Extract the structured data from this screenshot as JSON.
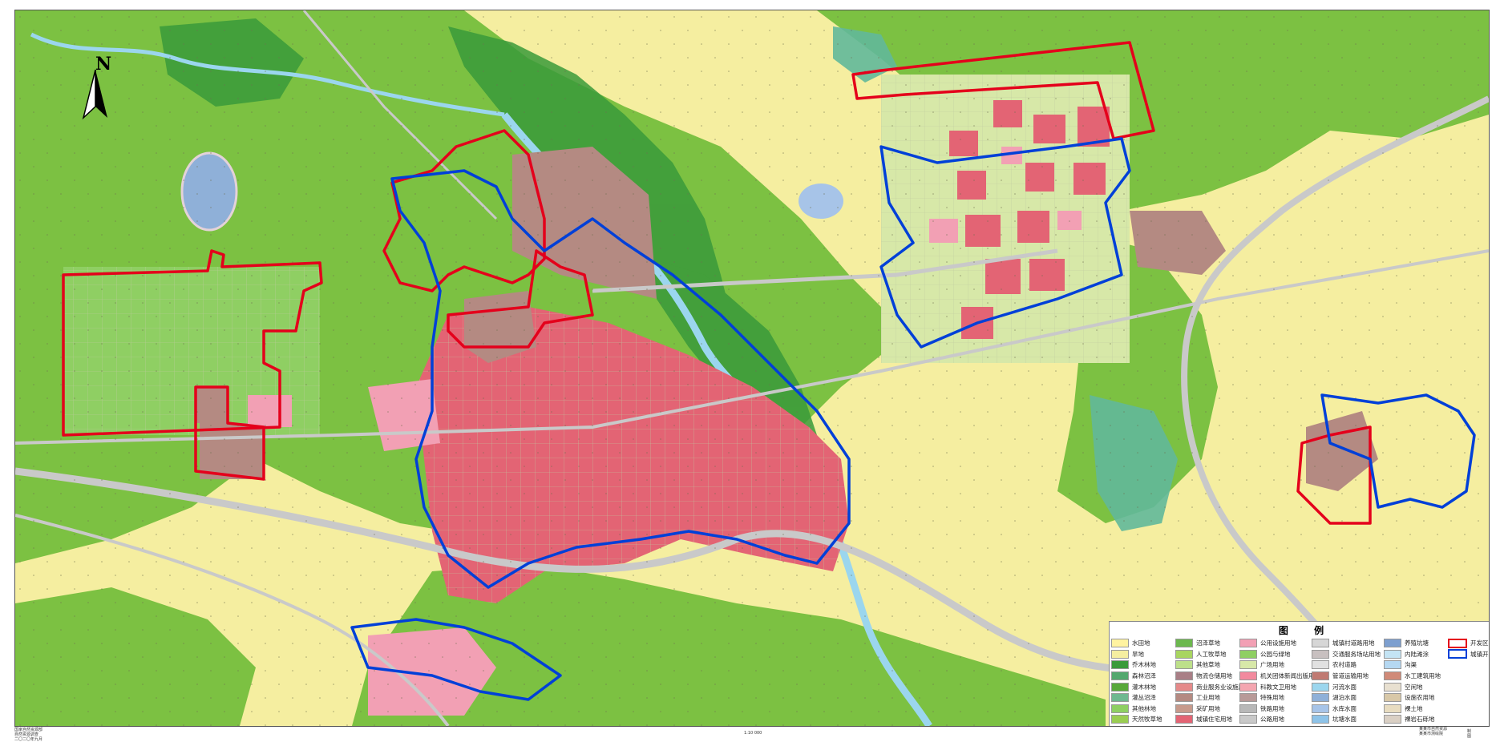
{
  "north_label": "N",
  "colors": {
    "arable": "#f5eea0",
    "forest": "#7cc142",
    "forest_dark": "#3a9a3a",
    "shrub": "#a9d88a",
    "wetland": "#62b89a",
    "water": "#9bd6ee",
    "urban": "#e36474",
    "industrial": "#b48a82",
    "road": "#c9c9c9",
    "boundary_dev": "#e4001b",
    "boundary_town": "#0040d8"
  },
  "legend": {
    "title": "图 例",
    "columns": [
      [
        {
          "label": "水田地",
          "color": "#fff3a0"
        },
        {
          "label": "旱地",
          "color": "#f5eea0"
        },
        {
          "label": "乔木林地",
          "color": "#3a9a3a"
        },
        {
          "label": "森林沼泽",
          "color": "#53a86e"
        },
        {
          "label": "灌木林地",
          "color": "#57a83a"
        },
        {
          "label": "灌丛沼泽",
          "color": "#6fb890"
        },
        {
          "label": "其他林地",
          "color": "#8fcf63"
        },
        {
          "label": "天然牧草地",
          "color": "#9acd52"
        }
      ],
      [
        {
          "label": "沼泽草地",
          "color": "#6cb84e"
        },
        {
          "label": "人工牧草地",
          "color": "#a8d560"
        },
        {
          "label": "其他草地",
          "color": "#bde08a"
        },
        {
          "label": "物流仓储用地",
          "color": "#a97f86"
        },
        {
          "label": "商业服务业设施用地",
          "color": "#e58a8a"
        },
        {
          "label": "工业用地",
          "color": "#b48a82"
        },
        {
          "label": "采矿用地",
          "color": "#c79a8c"
        },
        {
          "label": "城镇住宅用地",
          "color": "#e36474"
        }
      ],
      [
        {
          "label": "公用设施用地",
          "color": "#f2a0b4"
        },
        {
          "label": "公园与绿地",
          "color": "#8fcf63"
        },
        {
          "label": "广场用地",
          "color": "#d7e8a8"
        },
        {
          "label": "机关团体新闻出版用地",
          "color": "#f28a9e"
        },
        {
          "label": "科教文卫用地",
          "color": "#f4a6b0"
        },
        {
          "label": "特殊用地",
          "color": "#b89a98"
        },
        {
          "label": "铁路用地",
          "color": "#b8b8b8"
        },
        {
          "label": "公路用地",
          "color": "#c9c9c9"
        }
      ],
      [
        {
          "label": "城镇村道路用地",
          "color": "#d6d6d6"
        },
        {
          "label": "交通服务场站用地",
          "color": "#c8c0c0"
        },
        {
          "label": "农村道路",
          "color": "#e1e1e1"
        },
        {
          "label": "管道运输用地",
          "color": "#c07a72"
        },
        {
          "label": "河流水面",
          "color": "#9bd6ee"
        },
        {
          "label": "湖泊水面",
          "color": "#8fb0d8"
        },
        {
          "label": "水库水面",
          "color": "#a7c4e8"
        },
        {
          "label": "坑塘水面",
          "color": "#8ec3e8"
        }
      ],
      [
        {
          "label": "养殖坑塘",
          "color": "#7d9fcf"
        },
        {
          "label": "内陆滩涂",
          "color": "#c4e4f4"
        },
        {
          "label": "沟渠",
          "color": "#b5d8f2"
        },
        {
          "label": "水工建筑用地",
          "color": "#d08a78"
        },
        {
          "label": "空闲地",
          "color": "#e8e0d0"
        },
        {
          "label": "设施农用地",
          "color": "#d8c8a8"
        },
        {
          "label": "裸土地",
          "color": "#e8dcc0"
        },
        {
          "label": "裸岩石砾地",
          "color": "#dad0c4"
        }
      ]
    ],
    "boundaries": [
      {
        "label": "开发区开发边界",
        "color": "#e4001b"
      },
      {
        "label": "城镇开发边界",
        "color": "#0040d8"
      }
    ]
  },
  "footer": {
    "left_lines": [
      "国家自然资源部",
      "自然资源调查",
      "二〇二〇年九月"
    ],
    "scale": "1:10 000",
    "right_lines": [
      "某某市自然资源",
      "某某市测绘院"
    ],
    "right_tail": "制图"
  }
}
